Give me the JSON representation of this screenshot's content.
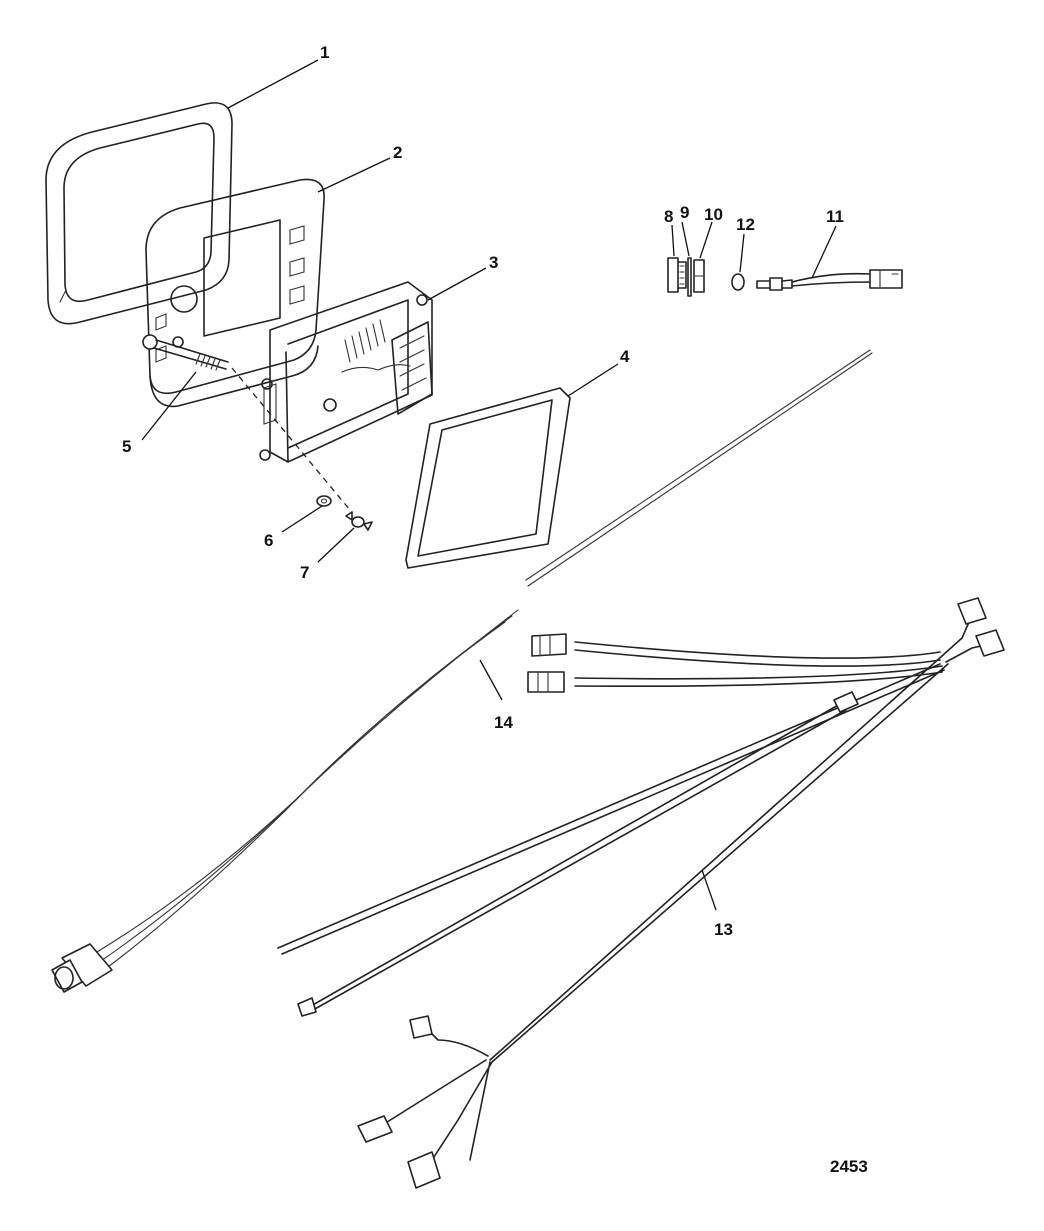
{
  "diagram": {
    "figure_number": "2453",
    "callouts": [
      "1",
      "2",
      "3",
      "4",
      "5",
      "6",
      "7",
      "8",
      "9",
      "10",
      "11",
      "12",
      "13",
      "14"
    ]
  }
}
